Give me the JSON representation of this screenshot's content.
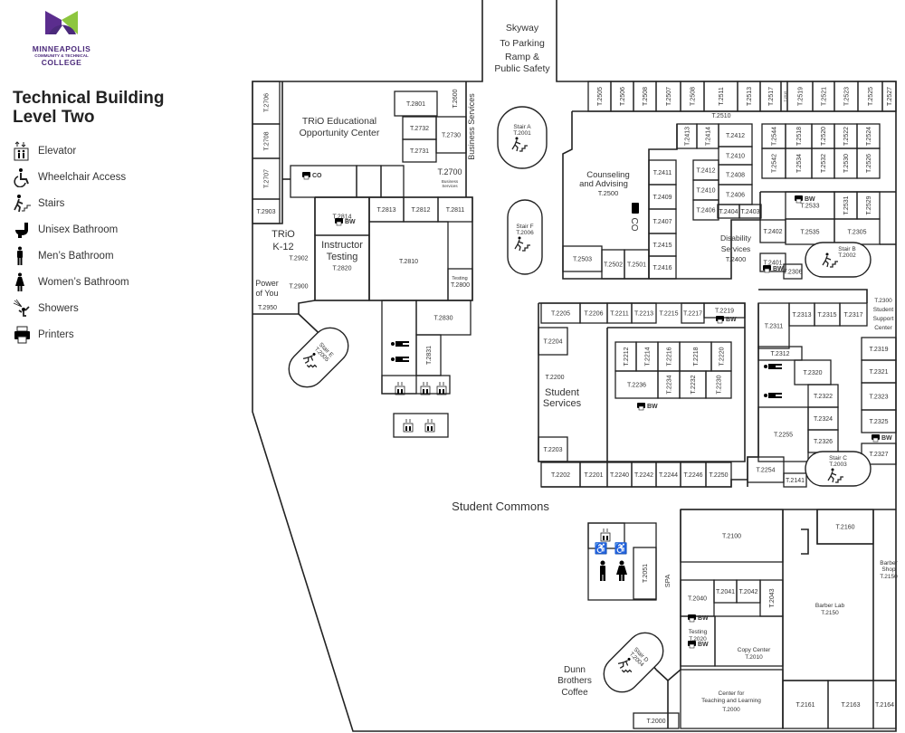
{
  "logo": {
    "line1": "MINNEAPOLIS",
    "line2": "COMMUNITY & TECHNICAL",
    "line3": "COLLEGE",
    "colors": {
      "purple": "#5b2d8e",
      "green": "#8dc63f"
    }
  },
  "title": {
    "line1": "Technical Building",
    "line2": "Level Two"
  },
  "legend": [
    {
      "icon": "elevator-icon",
      "label": "Elevator"
    },
    {
      "icon": "wheelchair-icon",
      "label": "Wheelchair Access"
    },
    {
      "icon": "stairs-icon",
      "label": "Stairs"
    },
    {
      "icon": "unisex-bathroom-icon",
      "label": "Unisex Bathroom"
    },
    {
      "icon": "mens-bathroom-icon",
      "label": "Men’s Bathroom"
    },
    {
      "icon": "womens-bathroom-icon",
      "label": "Women’s Bathroom"
    },
    {
      "icon": "showers-icon",
      "label": "Showers"
    },
    {
      "icon": "printer-icon",
      "label": "Printers"
    }
  ],
  "rooms": [
    "T.2706",
    "T.2708",
    "T.2707",
    "T.2903",
    "T.2801",
    "T.2732",
    "T.2731",
    "T.2730",
    "T.2600",
    "T.2814",
    "T.2813",
    "T.2812",
    "T.2811",
    "T.2820",
    "T.2810",
    "T.2800",
    "T.2902",
    "T.2900",
    "T.2950",
    "T.2830",
    "T.2831",
    "T.2505",
    "T.2506",
    "T.2508",
    "T.2507",
    "T.2508",
    "T.2511",
    "T.2513",
    "T.2517",
    "T.2515",
    "T.2519",
    "T.2521",
    "T.2523",
    "T.2525",
    "T.2527",
    "T.2413",
    "T.2414",
    "T.2412",
    "T.2410",
    "T.2412",
    "T.2408",
    "T.2410",
    "T.2406",
    "T.2406",
    "T.2404",
    "T.2403",
    "T.2411",
    "T.2409",
    "T.2407",
    "T.2415",
    "T.2416",
    "T.2503",
    "T.2502",
    "T.2501",
    "T.2544",
    "T.2518",
    "T.2520",
    "T.2522",
    "T.2524",
    "T.2542",
    "T.2534",
    "T.2532",
    "T.2530",
    "T.2526",
    "T.2533",
    "T.2531",
    "T.2529",
    "T.2535",
    "T.2305",
    "T.2402",
    "T.2401",
    "T.2306",
    "T.2205",
    "T.2206",
    "T.2211",
    "T.2213",
    "T.2215",
    "T.2217",
    "T.2219",
    "T.2204",
    "T.2203",
    "T.2202",
    "T.2201",
    "T.2240",
    "T.2242",
    "T.2244",
    "T.2246",
    "T.2250",
    "T.2212",
    "T.2214",
    "T.2216",
    "T.2218",
    "T.2220",
    "T.2236",
    "T.2234",
    "T.2232",
    "T.2230",
    "T.2311",
    "T.2313",
    "T.2315",
    "T.2317",
    "T.2312",
    "T.2320",
    "T.2322",
    "T.2255",
    "T.2324",
    "T.2326",
    "T.2319",
    "T.2321",
    "T.2323",
    "T.2325",
    "T.2327",
    "T.2254",
    "T.2141",
    "T.2051",
    "T.2100",
    "T.2040",
    "T.2041",
    "T.2042",
    "T.2043",
    "T.2160",
    "T.2161",
    "T.2163",
    "T.2164",
    "T.2000"
  ],
  "areas": {
    "trio_edu1": "TRiO Educational",
    "trio_edu2": "Opportunity Center",
    "t2700": "T.2700",
    "business_small1": "Business",
    "business_small2": "Services",
    "business_services": "Business Services",
    "trio_k1": "TRiO",
    "trio_k2": "K-12",
    "instr1": "Instructor",
    "instr2": "Testing",
    "testing_small": "Testing",
    "power1": "Power",
    "power2": "of You",
    "skyway1": "Skyway",
    "skyway2": "To Parking",
    "skyway3": "Ramp &",
    "skyway4": "Public Safety",
    "counsel1": "Counseling",
    "counsel2": "and Advising",
    "counsel3": "T.2500",
    "t2510": "T.2510",
    "dis1": "Disability",
    "dis2": "Services",
    "dis3": "T.2400",
    "t2200": "T.2200",
    "ss1": "Student",
    "ss2": "Services",
    "ssc1": "T.2300",
    "ssc2": "Student",
    "ssc3": "Support",
    "ssc4": "Center",
    "commons": "Student Commons",
    "spa": "SPA",
    "testing2020a": "Testing",
    "testing2020b": "T.2020",
    "copy1": "Copy Center",
    "copy2": "T.2010",
    "ctl1": "Center for",
    "ctl2": "Teaching and Learning",
    "ctl3": "T.2000",
    "barbershop1": "Barber",
    "barbershop2": "Shop",
    "barbershop3": "T.2150",
    "barberlab1": "Barber Lab",
    "barberlab2": "T.2150",
    "dunn1": "Dunn",
    "dunn2": "Brothers",
    "dunn3": "Coffee"
  },
  "stairs": [
    {
      "name": "Stair A",
      "room": "T.2001"
    },
    {
      "name": "Stair F",
      "room": "T.2006"
    },
    {
      "name": "Stair E",
      "room": "T.2005"
    },
    {
      "name": "Stair B",
      "room": "T.2002"
    },
    {
      "name": "Stair C",
      "room": "T.2003"
    },
    {
      "name": "Stair D",
      "room": "T.2004"
    }
  ],
  "printers": {
    "co": "CO",
    "bw": "BW"
  }
}
